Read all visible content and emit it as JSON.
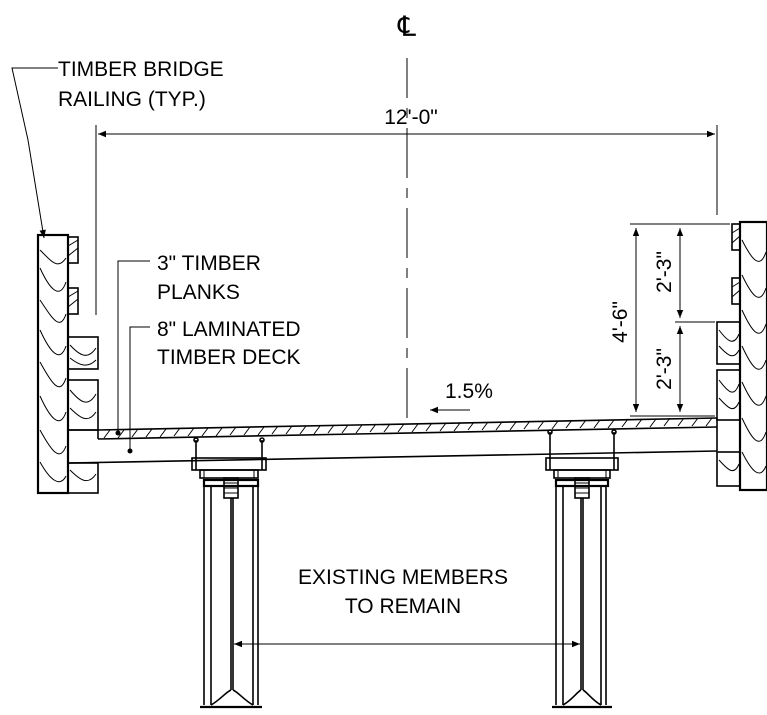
{
  "drawing": {
    "centerline_symbol": "℄",
    "labels": {
      "railing_line1": "TIMBER BRIDGE",
      "railing_line2": "RAILING (TYP.)",
      "planks_line1": "3\" TIMBER",
      "planks_line2": "PLANKS",
      "deck_line1": "8\" LAMINATED",
      "deck_line2": "TIMBER DECK",
      "slope": "1.5%",
      "members_line1": "EXISTING MEMBERS",
      "members_line2": "TO REMAIN"
    },
    "dimensions": {
      "overall_width": "12'-0\"",
      "rail_height_total": "4'-6\"",
      "rail_upper": "2'-3\"",
      "rail_lower": "2'-3\""
    }
  }
}
